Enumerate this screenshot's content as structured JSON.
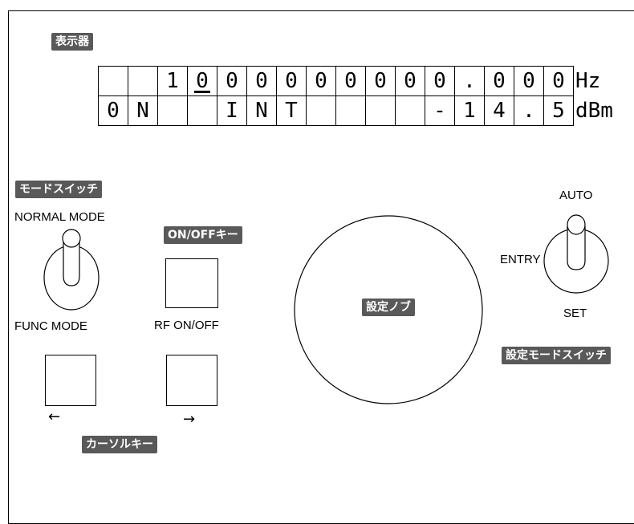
{
  "tags": {
    "display": "表示器",
    "mode_switch": "モードスイッチ",
    "onoff_key": "ON/OFFキー",
    "cursor_keys": "カーソルキー",
    "knob": "設定ノブ",
    "set_mode_switch": "設定モードスイッチ"
  },
  "display": {
    "row1": [
      "",
      "",
      "1",
      "0",
      "0",
      "0",
      "0",
      "0",
      "0",
      "0",
      "0",
      "0",
      ".",
      "0",
      "0",
      "0"
    ],
    "row1_unit": "Hz",
    "row2": [
      "0",
      "N",
      "",
      "",
      "I",
      "N",
      "T",
      "",
      "",
      "",
      "",
      "-",
      "1",
      "4",
      ".",
      "5"
    ],
    "row2_unit": "dBm",
    "cursor_cell": 3
  },
  "mode_switch": {
    "top_label": "NORMAL MODE",
    "bottom_label": "FUNC MODE"
  },
  "rf_key": {
    "label": "RF ON/OFF"
  },
  "cursor_keys": {
    "left_arrow": "←",
    "right_arrow": "→"
  },
  "set_mode_switch": {
    "top_label": "AUTO",
    "left_label": "ENTRY",
    "bottom_label": "SET"
  }
}
